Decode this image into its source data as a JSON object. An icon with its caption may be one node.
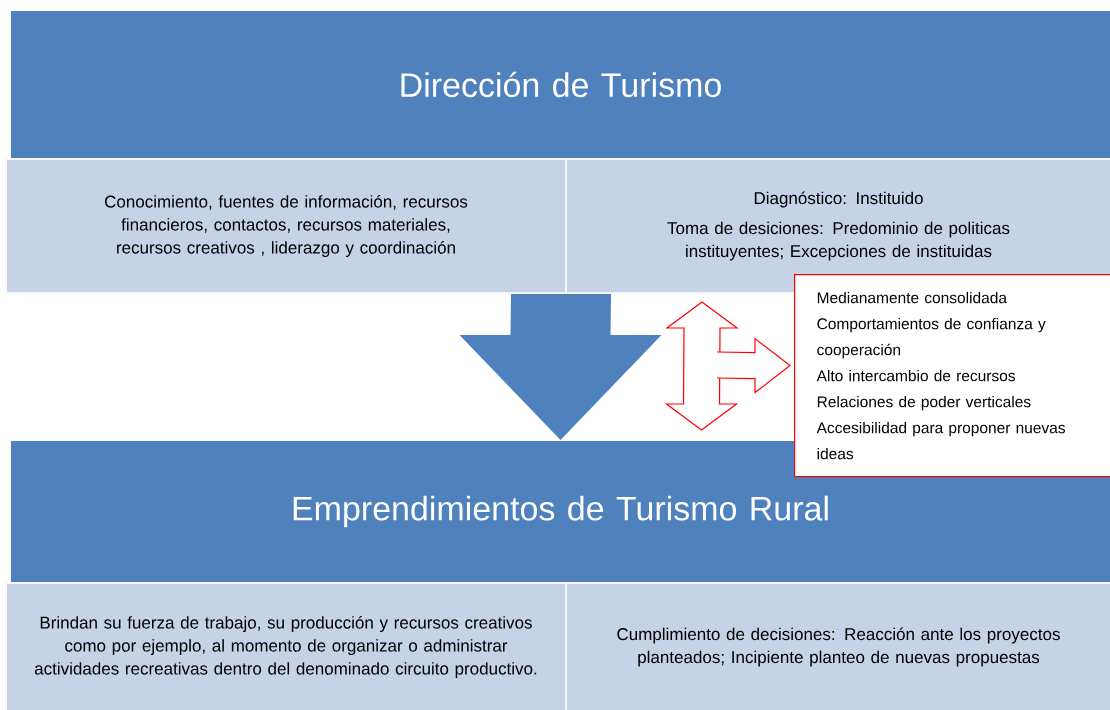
{
  "diagram": {
    "nodes": [
      {
        "text": [
          "Dirección de Turismo"
        ]
      },
      {
        "text": [
          "Conocimiento, fuentes de información, recursos financieros, contactos, recursos materiales, recursos creativos , liderazgo y coordinación"
        ]
      },
      {
        "text": [
          "Diagnóstico: Instituido",
          "Toma de desiciones: Predominio de politicas instituyentes; Excepciones de instituidas"
        ]
      },
      {
        "text": [
          "Medianamente consolidada",
          "Comportamientos de confianza y cooperación",
          "Alto intercambio de recursos",
          "Relaciones de poder verticales",
          "Accesibilidad para proponer nuevas ideas"
        ]
      },
      {
        "text": [
          "Emprendimientos de Turismo Rural"
        ]
      },
      {
        "text": [
          "Brindan su fuerza de trabajo, su producción y recursos creativos como por ejemplo, al momento de organizar o administrar actividades recreativas dentro del denominado circuito productivo."
        ]
      },
      {
        "text": [
          "Cumplimiento de decisiones: Reacción ante los proyectos planteados; Incipiente planteo de nuevas propuestas"
        ]
      }
    ],
    "edges": [
      {
        "from": 1,
        "to": 4,
        "arrow": "to"
      },
      {
        "from": 2,
        "to": 4,
        "arrow": "both",
        "color": "#ff0000"
      },
      {
        "from": null,
        "to": 3,
        "arrow": "to",
        "color": "#ff0000"
      }
    ]
  }
}
